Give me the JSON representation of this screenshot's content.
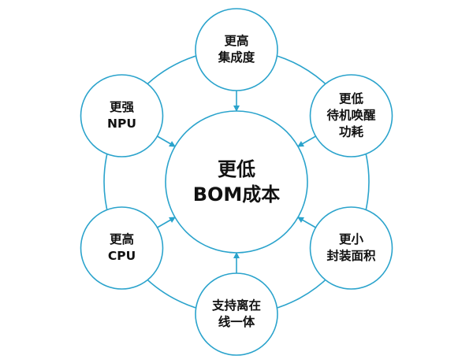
{
  "colors": {
    "stroke": "#2aa3cc",
    "background": "#ffffff",
    "text": "#111111"
  },
  "center": {
    "lines": [
      "更低",
      "BOM成本"
    ]
  },
  "nodes": [
    {
      "id": "integration",
      "lines": [
        "更高",
        "集成度"
      ],
      "position": "top"
    },
    {
      "id": "standby-power",
      "lines": [
        "更低",
        "待机唤醒",
        "功耗"
      ],
      "position": "upper-right"
    },
    {
      "id": "package-area",
      "lines": [
        "更小",
        "封装面积"
      ],
      "position": "lower-right"
    },
    {
      "id": "offline-integration",
      "lines": [
        "支持离在",
        "线一体"
      ],
      "position": "bottom"
    },
    {
      "id": "cpu",
      "lines": [
        "更高",
        "CPU"
      ],
      "position": "lower-left"
    },
    {
      "id": "npu",
      "lines": [
        "更强",
        "NPU"
      ],
      "position": "upper-left"
    }
  ],
  "edges": [
    {
      "from": "integration",
      "to": "center",
      "arrow": true
    },
    {
      "from": "standby-power",
      "to": "center",
      "arrow": true
    },
    {
      "from": "package-area",
      "to": "center",
      "arrow": true
    },
    {
      "from": "offline-integration",
      "to": "center",
      "arrow": true
    },
    {
      "from": "cpu",
      "to": "center",
      "arrow": true
    },
    {
      "from": "npu",
      "to": "center",
      "arrow": true
    }
  ]
}
